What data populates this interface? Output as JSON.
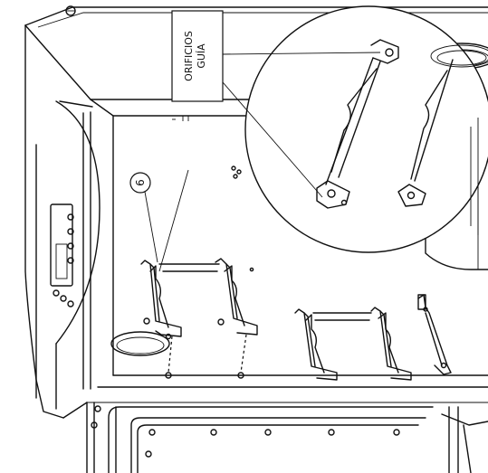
{
  "callouts": {
    "guide_holes_line1": "ORIFICIOS",
    "guide_holes_line2": "GUÍA",
    "part_number": "6"
  }
}
